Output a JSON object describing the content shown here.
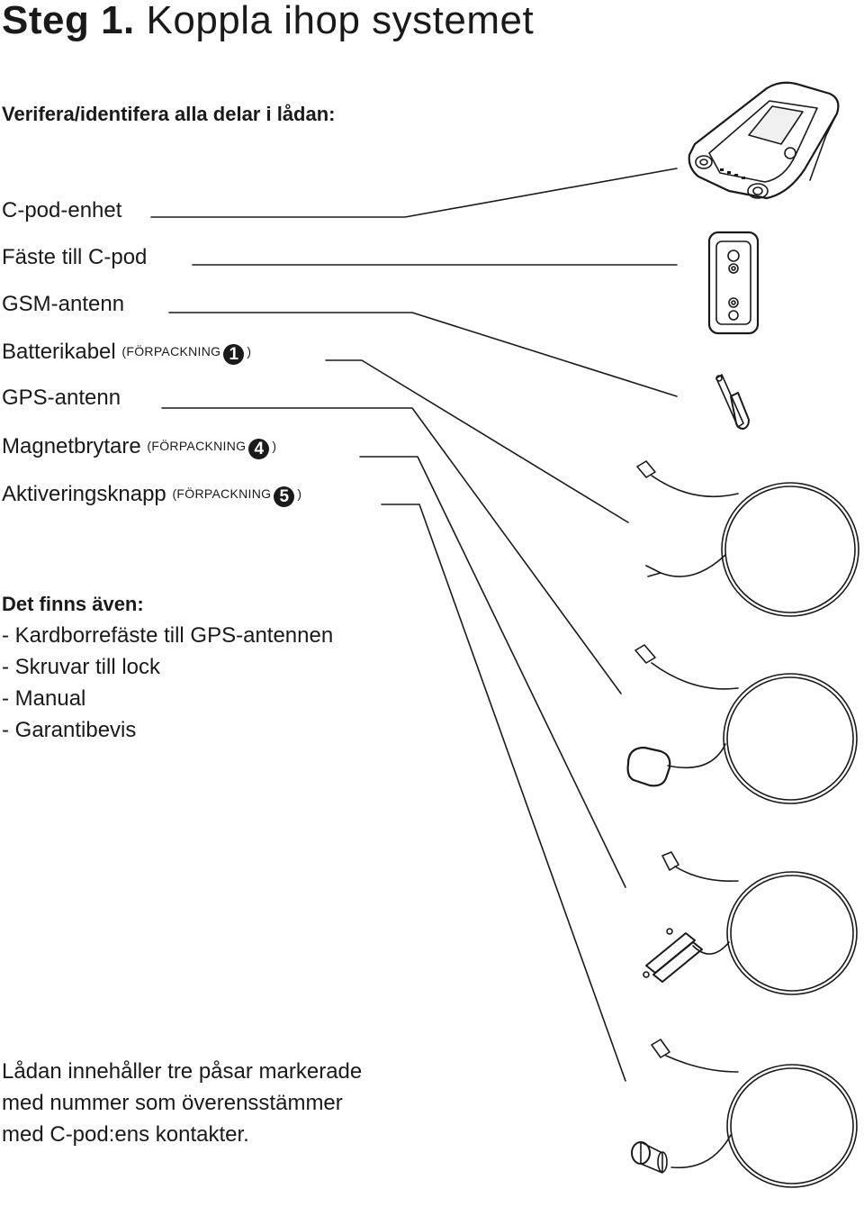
{
  "header": {
    "title_bold": "Steg 1.",
    "title_light": "Koppla ihop systemet"
  },
  "verify": {
    "heading": "Verifera/identifera alla delar i lådan:",
    "items": [
      {
        "label": "C-pod-enhet"
      },
      {
        "label": "Fäste till C-pod"
      },
      {
        "label": "GSM-antenn"
      },
      {
        "label": "Batterikabel",
        "pkg_open": "(FÖRPACKNING",
        "pkg_num": "1",
        "pkg_close": ")"
      },
      {
        "label": "GPS-antenn"
      },
      {
        "label": "Magnetbrytare",
        "pkg_open": "(FÖRPACKNING",
        "pkg_num": "4",
        "pkg_close": ")"
      },
      {
        "label": "Aktiveringsknapp",
        "pkg_open": "(FÖRPACKNING",
        "pkg_num": "5",
        "pkg_close": ")"
      }
    ]
  },
  "also": {
    "heading": "Det finns även:",
    "items": [
      "- Kardborrefäste till GPS-antennen",
      "- Skruvar till lock",
      "- Manual",
      "- Garantibevis"
    ]
  },
  "note": {
    "lines": [
      "Lådan innehåller tre påsar markerade",
      "med nummer som överensstämmer",
      "med C-pod:ens kontakter."
    ]
  },
  "illustration": {
    "parts": [
      "c-pod-unit",
      "c-pod-bracket",
      "gsm-antenna",
      "battery-cable",
      "gps-antenna",
      "magnetic-switch",
      "activation-button"
    ]
  }
}
